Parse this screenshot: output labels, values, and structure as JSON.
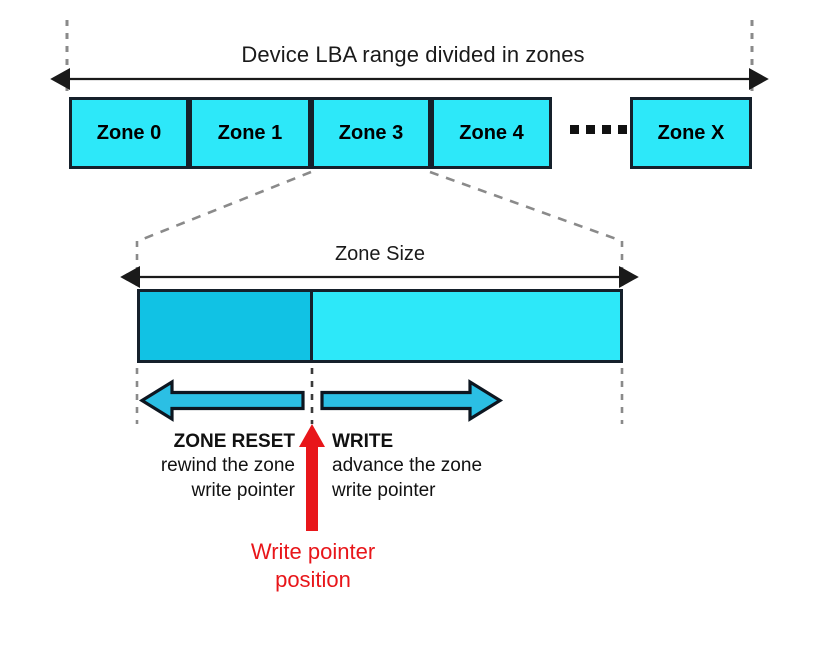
{
  "diagram": {
    "title": "Device LBA range divided in zones",
    "detail_title": "Zone Size"
  },
  "lba_strip": {
    "zones": [
      {
        "label": "Zone 0"
      },
      {
        "label": "Zone 1"
      },
      {
        "label": "Zone 3"
      },
      {
        "label": "Zone 4"
      }
    ],
    "ellipsis_dot_count": 4,
    "last_zone": {
      "label": "Zone X"
    }
  },
  "zone_detail": {
    "written_region_label": "",
    "free_region_label": "",
    "written_fraction_percent": 36
  },
  "captions": {
    "reset": {
      "head": "ZONE RESET",
      "line1": "rewind the zone",
      "line2": "write pointer"
    },
    "write": {
      "head": "WRITE",
      "line1": "advance the zone",
      "line2": "write pointer"
    }
  },
  "write_pointer": {
    "line1": "Write pointer",
    "line2": "position"
  },
  "colors": {
    "zone_fill": "#2de8f9",
    "zone_written_fill": "#11c2e4",
    "arrow_fill": "#2bbfe4",
    "outline": "#15202b",
    "pointer_red": "#e8161a",
    "dashed_gray": "#8a8a8a",
    "text": "#111111"
  }
}
